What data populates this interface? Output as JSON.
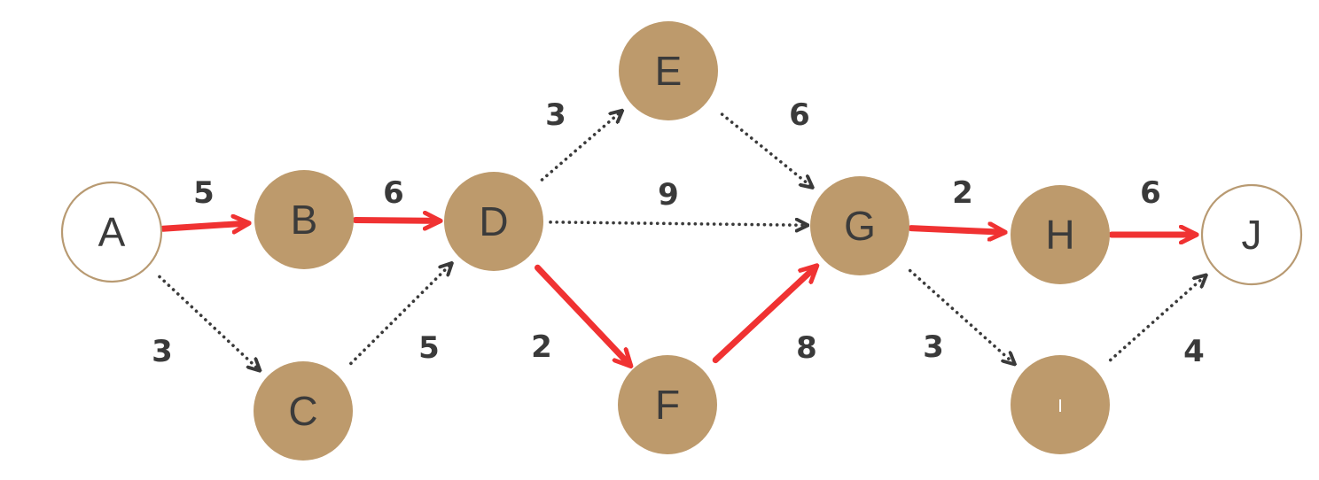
{
  "colors": {
    "node_fill": "#bd9a6c",
    "endpoint_stroke": "#b89a72",
    "endpoint_fill": "#ffffff",
    "critical_edge": "#f03232",
    "normal_edge": "#3a3a3a",
    "text": "#3b3b3b"
  },
  "nodes": [
    {
      "id": "A",
      "label": "A",
      "style": "endpoint"
    },
    {
      "id": "B",
      "label": "B",
      "style": "filled"
    },
    {
      "id": "C",
      "label": "C",
      "style": "filled"
    },
    {
      "id": "D",
      "label": "D",
      "style": "filled"
    },
    {
      "id": "E",
      "label": "E",
      "style": "filled"
    },
    {
      "id": "F",
      "label": "F",
      "style": "filled"
    },
    {
      "id": "G",
      "label": "G",
      "style": "filled"
    },
    {
      "id": "H",
      "label": "H",
      "style": "filled"
    },
    {
      "id": "I",
      "label": "I",
      "style": "filled"
    },
    {
      "id": "J",
      "label": "J",
      "style": "endpoint"
    }
  ],
  "edges": [
    {
      "from": "A",
      "to": "B",
      "weight": "5",
      "critical": true
    },
    {
      "from": "A",
      "to": "C",
      "weight": "3",
      "critical": false
    },
    {
      "from": "B",
      "to": "D",
      "weight": "6",
      "critical": true
    },
    {
      "from": "C",
      "to": "D",
      "weight": "5",
      "critical": false
    },
    {
      "from": "D",
      "to": "E",
      "weight": "3",
      "critical": false
    },
    {
      "from": "D",
      "to": "G",
      "weight": "9",
      "critical": false
    },
    {
      "from": "D",
      "to": "F",
      "weight": "2",
      "critical": true
    },
    {
      "from": "E",
      "to": "G",
      "weight": "6",
      "critical": false
    },
    {
      "from": "F",
      "to": "G",
      "weight": "8",
      "critical": true
    },
    {
      "from": "G",
      "to": "H",
      "weight": "2",
      "critical": true
    },
    {
      "from": "G",
      "to": "I",
      "weight": "3",
      "critical": false
    },
    {
      "from": "H",
      "to": "J",
      "weight": "6",
      "critical": true
    },
    {
      "from": "I",
      "to": "J",
      "weight": "4",
      "critical": false
    }
  ]
}
